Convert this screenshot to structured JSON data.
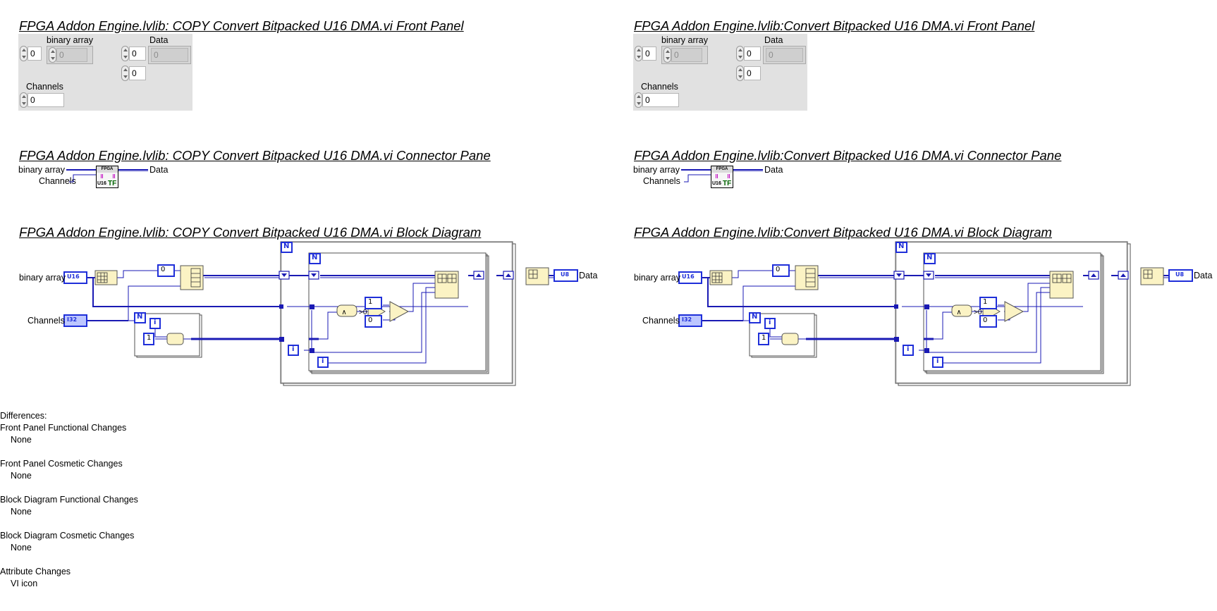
{
  "left": {
    "front_panel_title": "FPGA Addon Engine.lvlib:  COPY  Convert Bitpacked U16 DMA.vi Front Panel",
    "connector_pane_title": "FPGA Addon Engine.lvlib:  COPY  Convert Bitpacked U16 DMA.vi Connector Pane",
    "block_diagram_title": "FPGA Addon Engine.lvlib:  COPY  Convert Bitpacked U16 DMA.vi Block Diagram"
  },
  "right": {
    "front_panel_title": "FPGA Addon Engine.lvlib:Convert Bitpacked U16 DMA.vi Front Panel",
    "connector_pane_title": "FPGA Addon Engine.lvlib:Convert Bitpacked U16 DMA.vi Connector Pane",
    "block_diagram_title": "FPGA Addon Engine.lvlib:Convert Bitpacked U16 DMA.vi Block Diagram"
  },
  "front_panel": {
    "binary_array_label": "binary array",
    "binary_array_index": "0",
    "binary_array_value": "0",
    "data_label": "Data",
    "data_index_1": "0",
    "data_index_2": "0",
    "data_value": "0",
    "channels_label": "Channels",
    "channels_value": "0"
  },
  "connector_pane": {
    "input_1": "binary array",
    "input_2": "Channels",
    "output_1": "Data",
    "icon_top": "FPGA",
    "icon_u16": "U16",
    "icon_tf": "TF"
  },
  "block_diagram": {
    "binary_array_label": "binary array",
    "channels_label": "Channels",
    "data_label": "Data",
    "u16_terminal": "U16",
    "i32_terminal": "I32",
    "u8_terminal": "U8",
    "n_label": "N",
    "i_label": "i",
    "const_zero": "0",
    "const_one": "1",
    "and_label": "∧"
  },
  "differences": {
    "heading": "Differences:",
    "items": [
      {
        "category": "Front Panel Functional Changes",
        "value": "None"
      },
      {
        "category": "Front Panel Cosmetic Changes",
        "value": "None"
      },
      {
        "category": "Block Diagram Functional Changes",
        "value": "None"
      },
      {
        "category": "Block Diagram Cosmetic Changes",
        "value": "None"
      },
      {
        "category": "Attribute Changes",
        "value": "VI icon"
      }
    ]
  },
  "colors": {
    "wire_blue": "#1a1ab4",
    "terminal_blue": "#1f2fd9",
    "node_yellow": "#fbf3c4",
    "panel_gray": "#e1e1e1"
  }
}
